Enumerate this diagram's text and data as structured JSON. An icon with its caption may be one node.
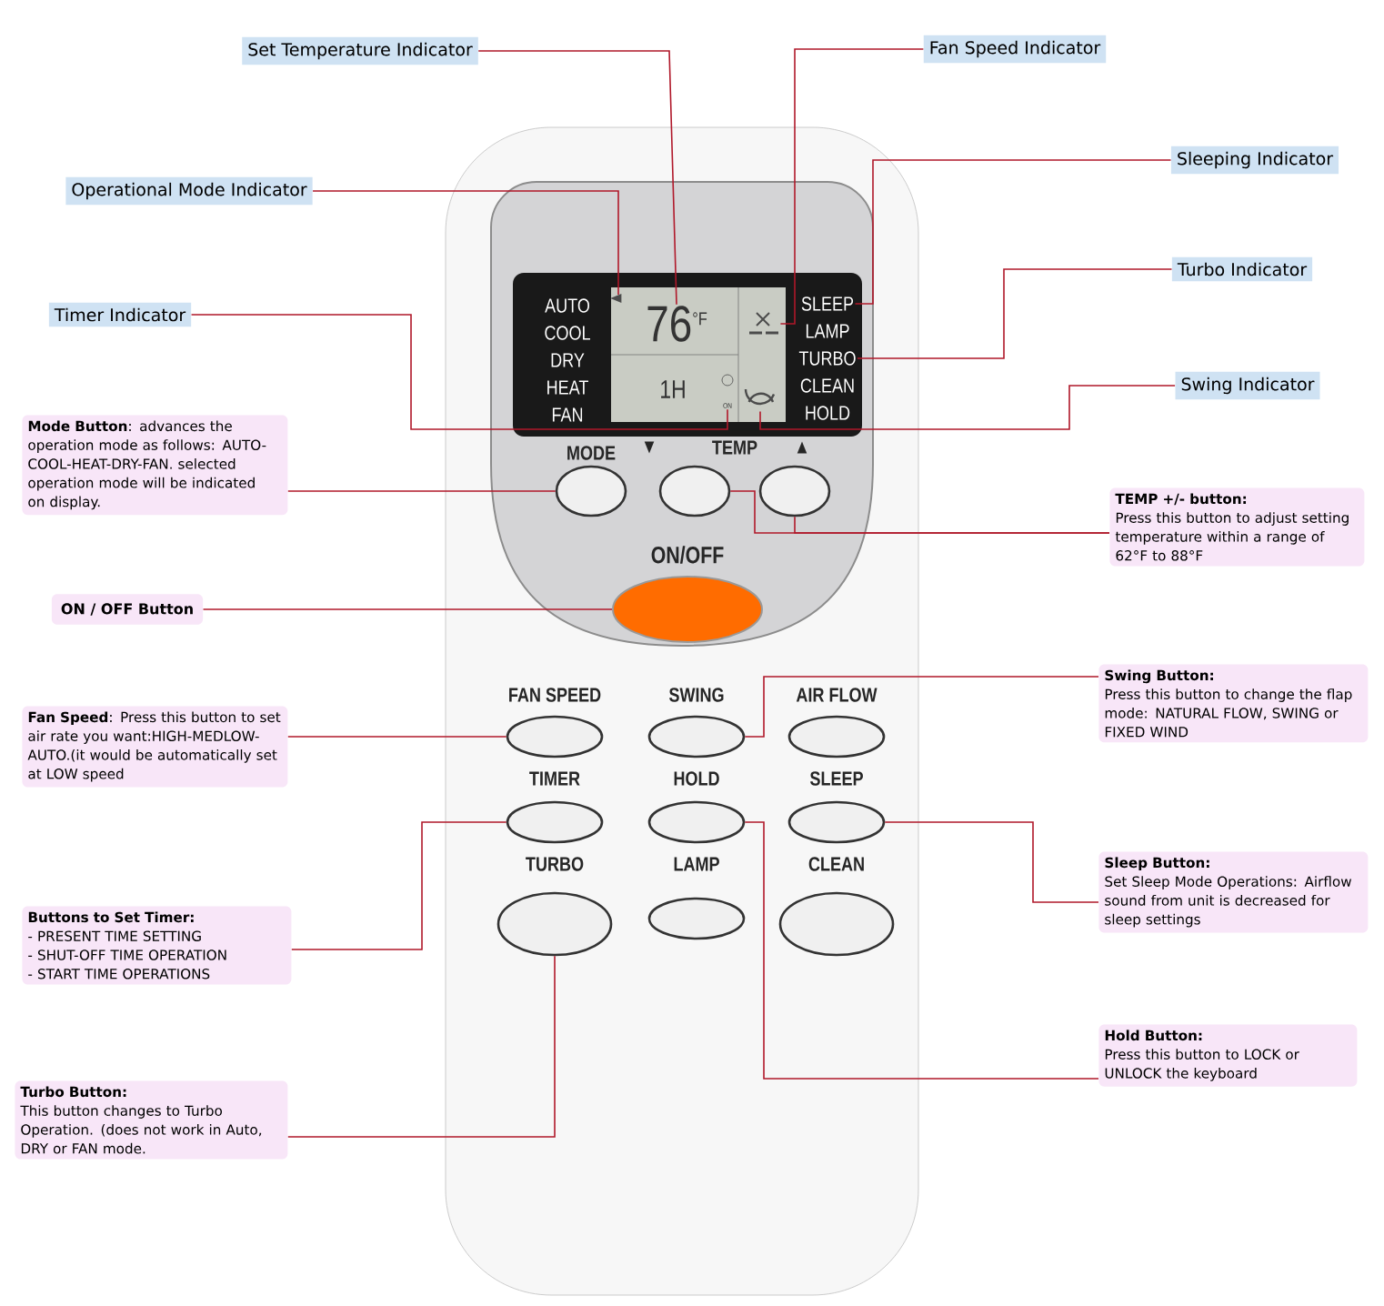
{
  "diagram": {
    "nodes": [
      {
        "text": [
          "Set Temperature Indicator"
        ]
      },
      {
        "text": [
          "Fan Speed Indicator"
        ]
      },
      {
        "text": [
          "Operational Mode Indicator"
        ]
      },
      {
        "text": [
          "Sleeping Indicator"
        ]
      },
      {
        "text": [
          "Turbo Indicator"
        ]
      },
      {
        "text": [
          "Timer Indicator"
        ]
      },
      {
        "text": [
          "Swing Indicator"
        ]
      },
      {
        "text": [
          "**Mode Button**:  advances the operation mode as follows: AUTO-COOL-HEAT-DRY-FAN. selected operation mode will be indicated on display."
        ]
      },
      {
        "text": [
          "TEMP +/- button:",
          "Press this button to adjust setting temperature within a range of 62°F to 88°F"
        ]
      },
      {
        "text": [
          "ON / OFF Button"
        ]
      },
      {
        "text": [
          "**Fan Speed**:  Press this button to set air rate you want:HIGH-MEDLOW-AUTO.(it would be automatically set at LOW speed"
        ]
      },
      {
        "text": [
          "Swing Button:",
          "Press this button to change the flap mode: NATURAL FLOW, SWING or FIXED WIND"
        ]
      },
      {
        "text": [
          "Buttons to Set Timer:",
          "- PRESENT TIME SETTING",
          "- SHUT-OFF TIME OPERATION",
          "- START TIME OPERATIONS"
        ]
      },
      {
        "text": [
          "Sleep Button:",
          "Set Sleep Mode Operations: Airflow sound from unit is decreased for sleep settings"
        ]
      },
      {
        "text": [
          "Hold Button:",
          "Press this button to LOCK or UNLOCK the keyboard"
        ]
      },
      {
        "text": [
          "Turbo Button:",
          "This button changes to Turbo Operation.  (does not work in Auto, DRY or FAN mode."
        ]
      },
      {
        "text": [
          "MODE"
        ]
      },
      {
        "text": [
          "▼"
        ]
      },
      {
        "text": [
          "▲"
        ]
      },
      {
        "text": [
          "ON/OFF"
        ]
      },
      {
        "text": [
          "FAN SPEED"
        ]
      },
      {
        "text": [
          "SWING"
        ]
      },
      {
        "text": [
          "AIR FLOW"
        ]
      },
      {
        "text": [
          "TIMER"
        ]
      },
      {
        "text": [
          "HOLD"
        ]
      },
      {
        "text": [
          "SLEEP"
        ]
      },
      {
        "text": [
          "TURBO"
        ]
      },
      {
        "text": [
          "LAMP"
        ]
      },
      {
        "text": [
          "CLEAN"
        ]
      },
      {
        "text": [
          "76",
          "°F"
        ]
      },
      {
        "text": [],
        "shape": "picture"
      },
      {
        "text": [],
        "shape": "triangle"
      },
      {
        "text": [
          "SLEEP"
        ]
      },
      {
        "text": [
          "TURBO"
        ]
      },
      {
        "text": [
          "ON"
        ]
      },
      {
        "text": [],
        "shape": "picture"
      }
    ],
    "edges": [
      {
        "from": 0,
        "to": 29,
        "arrow": "none"
      },
      {
        "from": 1,
        "to": 30,
        "arrow": "none"
      },
      {
        "from": 2,
        "to": 31,
        "arrow": "none"
      },
      {
        "from": 3,
        "to": 32,
        "arrow": "none"
      },
      {
        "from": 4,
        "to": 33,
        "arrow": "none"
      },
      {
        "from": 5,
        "to": 34,
        "arrow": "none"
      },
      {
        "from": 6,
        "to": 35,
        "arrow": "none"
      },
      {
        "from": 7,
        "to": 16,
        "arrow": "none"
      },
      {
        "from": 8,
        "to": 17,
        "arrow": "none"
      },
      {
        "from": 8,
        "to": 18,
        "arrow": "none"
      },
      {
        "from": 9,
        "to": 19,
        "arrow": "none"
      },
      {
        "from": 10,
        "to": 20,
        "arrow": "none"
      },
      {
        "from": 11,
        "to": 21,
        "arrow": "none"
      },
      {
        "from": 12,
        "to": 23,
        "arrow": "none"
      },
      {
        "from": 13,
        "to": 25,
        "arrow": "none"
      },
      {
        "from": 14,
        "to": 24,
        "arrow": "none"
      },
      {
        "from": 15,
        "to": 26,
        "arrow": "none"
      }
    ],
    "labels": [
      "AUTO",
      "COOL",
      "DRY",
      "HEAT",
      "FAN",
      "1H",
      "LAMP",
      "CLEAN",
      "HOLD",
      "TEMP"
    ]
  }
}
